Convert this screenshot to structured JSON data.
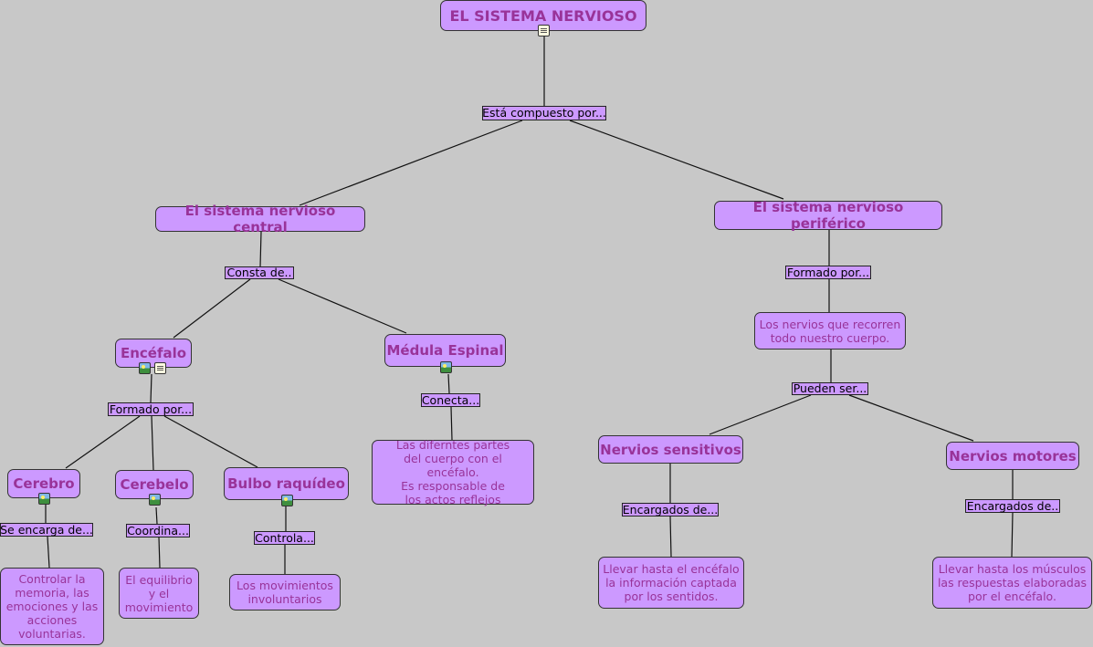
{
  "concepts": {
    "sistema_nervioso": "EL SISTEMA NERVIOSO",
    "central": "El sistema nervioso central",
    "periferico": "El sistema nervioso periférico",
    "encefalo": "Encéfalo",
    "medula": "Médula Espinal",
    "cerebro": "Cerebro",
    "cerebelo": "Cerebelo",
    "bulbo": "Bulbo raquídeo",
    "sensitivos": "Nervios sensitivos",
    "motores": "Nervios motores"
  },
  "links": {
    "compuesto": "Está compuesto por...",
    "consta": "Consta de..",
    "formado_per": "Formado por...",
    "formado_enc": "Formado por...",
    "conecta": "Conecta...",
    "pueden": "Pueden ser...",
    "se_encarga": "Se encarga de...",
    "coordina": "Coordina...",
    "controla": "Controla...",
    "encargados_sens": "Encargados de...",
    "encargados_mot": "Encargados de.."
  },
  "descriptions": {
    "nervios_recorren": [
      "Los nervios que recorren",
      "todo nuestro cuerpo."
    ],
    "medula_desc": [
      "Las diferntes partes",
      "del cuerpo con el encéfalo.",
      "Es responsable de",
      "los actos reflejos"
    ],
    "cerebro_desc": [
      "Controlar la",
      "memoria, las",
      "emociones y las",
      "acciones",
      "voluntarias."
    ],
    "cerebelo_desc": [
      "El equilibrio",
      "y el",
      "movimiento"
    ],
    "bulbo_desc": [
      "Los movimientos",
      "involuntarios"
    ],
    "sensitivos_desc": [
      "Llevar hasta el encéfalo",
      "la información captada",
      "por los sentidos."
    ],
    "motores_desc": [
      "Llevar hasta los músculos",
      "las respuestas elaboradas",
      "por el encéfalo."
    ]
  },
  "icons": [
    "document-icon",
    "image-icon"
  ]
}
